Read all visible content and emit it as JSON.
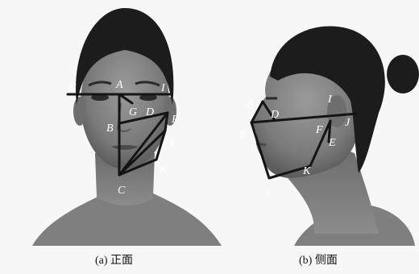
{
  "panels": [
    {
      "caption": "(a) 正面",
      "labels": {
        "A": "A",
        "B": "B",
        "C": "C",
        "D": "D",
        "E": "E",
        "F": "F",
        "G": "G",
        "H": "H",
        "I": "I",
        "K": "K"
      }
    },
    {
      "caption": "(b) 侧面",
      "labels": {
        "A": "A",
        "B": "B",
        "C": "C",
        "D": "D",
        "E": "E",
        "F": "F",
        "I": "I",
        "J": "J",
        "K": "K"
      }
    }
  ]
}
